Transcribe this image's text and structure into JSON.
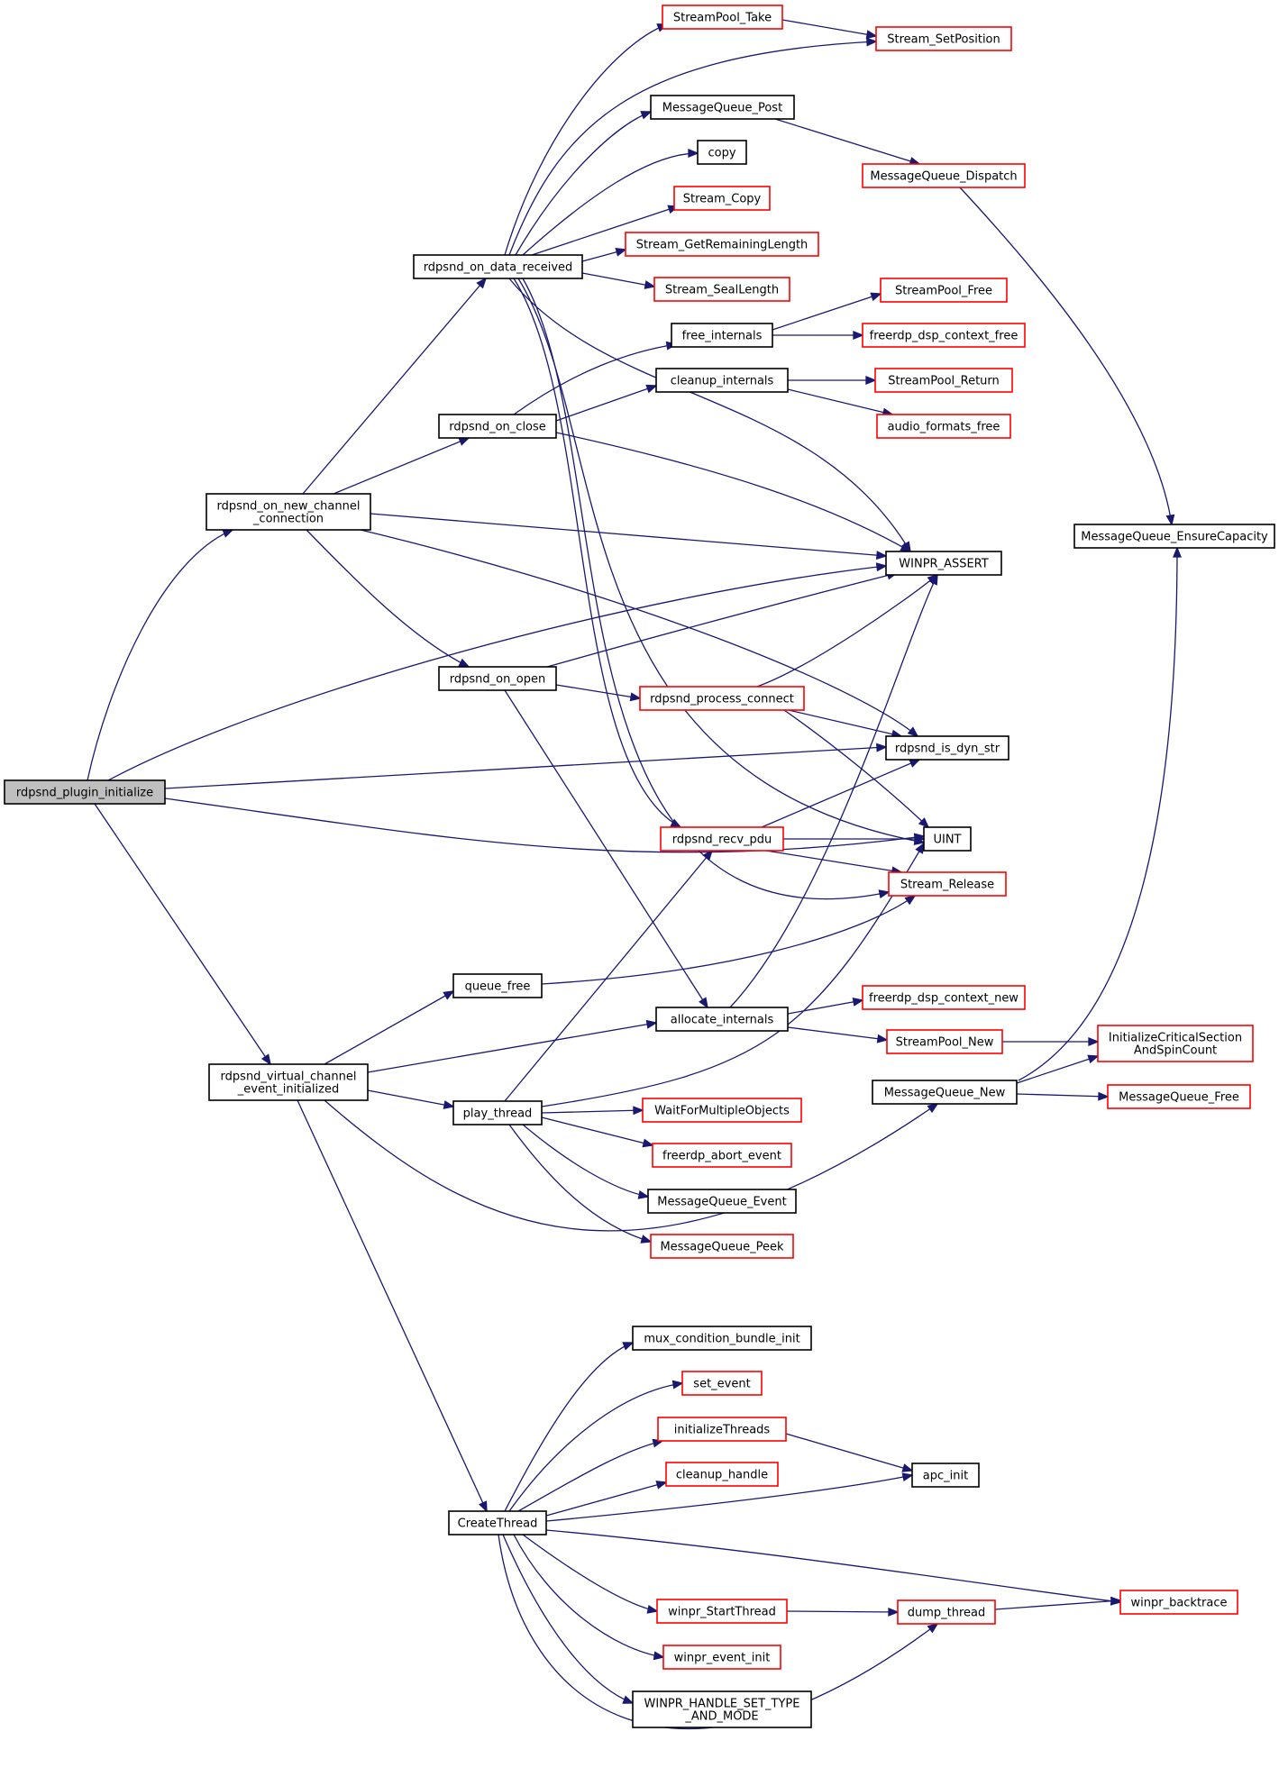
{
  "nodes": [
    {
      "id": "rdpsnd_plugin_initialize",
      "lines": [
        "rdpsnd_plugin_initialize"
      ],
      "style": "root"
    },
    {
      "id": "rdpsnd_on_new_channel_connection",
      "lines": [
        "rdpsnd_on_new_channel",
        "_connection"
      ],
      "style": "black"
    },
    {
      "id": "rdpsnd_virtual_channel_event_initialized",
      "lines": [
        "rdpsnd_virtual_channel",
        "_event_initialized"
      ],
      "style": "black"
    },
    {
      "id": "rdpsnd_on_data_received",
      "lines": [
        "rdpsnd_on_data_received"
      ],
      "style": "black"
    },
    {
      "id": "rdpsnd_on_close",
      "lines": [
        "rdpsnd_on_close"
      ],
      "style": "black"
    },
    {
      "id": "rdpsnd_on_open",
      "lines": [
        "rdpsnd_on_open"
      ],
      "style": "black"
    },
    {
      "id": "queue_free",
      "lines": [
        "queue_free"
      ],
      "style": "black"
    },
    {
      "id": "play_thread",
      "lines": [
        "play_thread"
      ],
      "style": "black"
    },
    {
      "id": "CreateThread",
      "lines": [
        "CreateThread"
      ],
      "style": "black"
    },
    {
      "id": "StreamPool_Take",
      "lines": [
        "StreamPool_Take"
      ],
      "style": "red"
    },
    {
      "id": "MessageQueue_Post",
      "lines": [
        "MessageQueue_Post"
      ],
      "style": "black"
    },
    {
      "id": "copy",
      "lines": [
        "copy"
      ],
      "style": "black"
    },
    {
      "id": "Stream_Copy",
      "lines": [
        "Stream_Copy"
      ],
      "style": "red"
    },
    {
      "id": "Stream_GetRemainingLength",
      "lines": [
        "Stream_GetRemainingLength"
      ],
      "style": "red"
    },
    {
      "id": "Stream_SealLength",
      "lines": [
        "Stream_SealLength"
      ],
      "style": "red"
    },
    {
      "id": "free_internals",
      "lines": [
        "free_internals"
      ],
      "style": "black"
    },
    {
      "id": "cleanup_internals",
      "lines": [
        "cleanup_internals"
      ],
      "style": "black"
    },
    {
      "id": "rdpsnd_process_connect",
      "lines": [
        "rdpsnd_process_connect"
      ],
      "style": "red"
    },
    {
      "id": "rdpsnd_recv_pdu",
      "lines": [
        "rdpsnd_recv_pdu"
      ],
      "style": "red"
    },
    {
      "id": "allocate_internals",
      "lines": [
        "allocate_internals"
      ],
      "style": "black"
    },
    {
      "id": "WaitForMultipleObjects",
      "lines": [
        "WaitForMultipleObjects"
      ],
      "style": "red"
    },
    {
      "id": "freerdp_abort_event",
      "lines": [
        "freerdp_abort_event"
      ],
      "style": "red"
    },
    {
      "id": "MessageQueue_Event",
      "lines": [
        "MessageQueue_Event"
      ],
      "style": "black"
    },
    {
      "id": "MessageQueue_Peek",
      "lines": [
        "MessageQueue_Peek"
      ],
      "style": "red"
    },
    {
      "id": "mux_condition_bundle_init",
      "lines": [
        "mux_condition_bundle_init"
      ],
      "style": "black"
    },
    {
      "id": "set_event",
      "lines": [
        "set_event"
      ],
      "style": "red"
    },
    {
      "id": "initializeThreads",
      "lines": [
        "initializeThreads"
      ],
      "style": "red"
    },
    {
      "id": "cleanup_handle",
      "lines": [
        "cleanup_handle"
      ],
      "style": "red"
    },
    {
      "id": "winpr_StartThread",
      "lines": [
        "winpr_StartThread"
      ],
      "style": "red"
    },
    {
      "id": "winpr_event_init",
      "lines": [
        "winpr_event_init"
      ],
      "style": "red"
    },
    {
      "id": "WINPR_HANDLE_SET_TYPE_AND_MODE",
      "lines": [
        "WINPR_HANDLE_SET_TYPE",
        "_AND_MODE"
      ],
      "style": "black"
    },
    {
      "id": "Stream_SetPosition",
      "lines": [
        "Stream_SetPosition"
      ],
      "style": "red"
    },
    {
      "id": "MessageQueue_Dispatch",
      "lines": [
        "MessageQueue_Dispatch"
      ],
      "style": "red"
    },
    {
      "id": "StreamPool_Free",
      "lines": [
        "StreamPool_Free"
      ],
      "style": "red"
    },
    {
      "id": "freerdp_dsp_context_free",
      "lines": [
        "freerdp_dsp_context_free"
      ],
      "style": "red"
    },
    {
      "id": "StreamPool_Return",
      "lines": [
        "StreamPool_Return"
      ],
      "style": "red"
    },
    {
      "id": "audio_formats_free",
      "lines": [
        "audio_formats_free"
      ],
      "style": "red"
    },
    {
      "id": "WINPR_ASSERT",
      "lines": [
        "WINPR_ASSERT"
      ],
      "style": "black"
    },
    {
      "id": "rdpsnd_is_dyn_str",
      "lines": [
        "rdpsnd_is_dyn_str"
      ],
      "style": "black"
    },
    {
      "id": "UINT",
      "lines": [
        "UINT"
      ],
      "style": "black"
    },
    {
      "id": "Stream_Release",
      "lines": [
        "Stream_Release"
      ],
      "style": "red"
    },
    {
      "id": "freerdp_dsp_context_new",
      "lines": [
        "freerdp_dsp_context_new"
      ],
      "style": "red"
    },
    {
      "id": "StreamPool_New",
      "lines": [
        "StreamPool_New"
      ],
      "style": "red"
    },
    {
      "id": "MessageQueue_New",
      "lines": [
        "MessageQueue_New"
      ],
      "style": "black"
    },
    {
      "id": "apc_init",
      "lines": [
        "apc_init"
      ],
      "style": "black"
    },
    {
      "id": "dump_thread",
      "lines": [
        "dump_thread"
      ],
      "style": "red"
    },
    {
      "id": "MessageQueue_EnsureCapacity",
      "lines": [
        "MessageQueue_EnsureCapacity"
      ],
      "style": "black"
    },
    {
      "id": "InitializeCriticalSectionAndSpinCount",
      "lines": [
        "InitializeCriticalSection",
        "AndSpinCount"
      ],
      "style": "red"
    },
    {
      "id": "MessageQueue_Free",
      "lines": [
        "MessageQueue_Free"
      ],
      "style": "red"
    },
    {
      "id": "winpr_backtrace",
      "lines": [
        "winpr_backtrace"
      ],
      "style": "red"
    }
  ],
  "edges": [
    [
      "rdpsnd_plugin_initialize",
      "rdpsnd_on_new_channel_connection"
    ],
    [
      "rdpsnd_plugin_initialize",
      "WINPR_ASSERT"
    ],
    [
      "rdpsnd_plugin_initialize",
      "rdpsnd_is_dyn_str"
    ],
    [
      "rdpsnd_plugin_initialize",
      "UINT"
    ],
    [
      "rdpsnd_plugin_initialize",
      "rdpsnd_virtual_channel_event_initialized"
    ],
    [
      "rdpsnd_on_new_channel_connection",
      "rdpsnd_on_data_received"
    ],
    [
      "rdpsnd_on_new_channel_connection",
      "rdpsnd_on_close"
    ],
    [
      "rdpsnd_on_new_channel_connection",
      "WINPR_ASSERT"
    ],
    [
      "rdpsnd_on_new_channel_connection",
      "rdpsnd_on_open"
    ],
    [
      "rdpsnd_on_new_channel_connection",
      "rdpsnd_is_dyn_str"
    ],
    [
      "rdpsnd_on_data_received",
      "StreamPool_Take"
    ],
    [
      "rdpsnd_on_data_received",
      "Stream_SetPosition"
    ],
    [
      "rdpsnd_on_data_received",
      "MessageQueue_Post"
    ],
    [
      "rdpsnd_on_data_received",
      "copy"
    ],
    [
      "rdpsnd_on_data_received",
      "Stream_Copy"
    ],
    [
      "rdpsnd_on_data_received",
      "Stream_GetRemainingLength"
    ],
    [
      "rdpsnd_on_data_received",
      "Stream_SealLength"
    ],
    [
      "rdpsnd_on_data_received",
      "WINPR_ASSERT"
    ],
    [
      "rdpsnd_on_data_received",
      "rdpsnd_recv_pdu"
    ],
    [
      "rdpsnd_on_data_received",
      "UINT"
    ],
    [
      "rdpsnd_on_data_received",
      "Stream_Release"
    ],
    [
      "StreamPool_Take",
      "Stream_SetPosition"
    ],
    [
      "MessageQueue_Post",
      "MessageQueue_Dispatch"
    ],
    [
      "MessageQueue_Dispatch",
      "MessageQueue_EnsureCapacity"
    ],
    [
      "rdpsnd_on_close",
      "free_internals"
    ],
    [
      "rdpsnd_on_close",
      "cleanup_internals"
    ],
    [
      "rdpsnd_on_close",
      "WINPR_ASSERT"
    ],
    [
      "free_internals",
      "StreamPool_Free"
    ],
    [
      "free_internals",
      "freerdp_dsp_context_free"
    ],
    [
      "cleanup_internals",
      "StreamPool_Return"
    ],
    [
      "cleanup_internals",
      "audio_formats_free"
    ],
    [
      "rdpsnd_on_open",
      "WINPR_ASSERT"
    ],
    [
      "rdpsnd_on_open",
      "rdpsnd_process_connect"
    ],
    [
      "rdpsnd_on_open",
      "allocate_internals"
    ],
    [
      "rdpsnd_process_connect",
      "WINPR_ASSERT"
    ],
    [
      "rdpsnd_process_connect",
      "rdpsnd_is_dyn_str"
    ],
    [
      "rdpsnd_process_connect",
      "UINT"
    ],
    [
      "rdpsnd_recv_pdu",
      "rdpsnd_is_dyn_str"
    ],
    [
      "rdpsnd_recv_pdu",
      "UINT"
    ],
    [
      "rdpsnd_recv_pdu",
      "Stream_Release"
    ],
    [
      "rdpsnd_virtual_channel_event_initialized",
      "queue_free"
    ],
    [
      "rdpsnd_virtual_channel_event_initialized",
      "allocate_internals"
    ],
    [
      "rdpsnd_virtual_channel_event_initialized",
      "play_thread"
    ],
    [
      "rdpsnd_virtual_channel_event_initialized",
      "MessageQueue_New"
    ],
    [
      "rdpsnd_virtual_channel_event_initialized",
      "CreateThread"
    ],
    [
      "queue_free",
      "Stream_Release"
    ],
    [
      "allocate_internals",
      "WINPR_ASSERT"
    ],
    [
      "allocate_internals",
      "freerdp_dsp_context_new"
    ],
    [
      "allocate_internals",
      "StreamPool_New"
    ],
    [
      "StreamPool_New",
      "InitializeCriticalSectionAndSpinCount"
    ],
    [
      "MessageQueue_New",
      "MessageQueue_EnsureCapacity"
    ],
    [
      "MessageQueue_New",
      "InitializeCriticalSectionAndSpinCount"
    ],
    [
      "MessageQueue_New",
      "MessageQueue_Free"
    ],
    [
      "play_thread",
      "rdpsnd_recv_pdu"
    ],
    [
      "play_thread",
      "UINT"
    ],
    [
      "play_thread",
      "WaitForMultipleObjects"
    ],
    [
      "play_thread",
      "freerdp_abort_event"
    ],
    [
      "play_thread",
      "MessageQueue_Event"
    ],
    [
      "play_thread",
      "MessageQueue_Peek"
    ],
    [
      "CreateThread",
      "mux_condition_bundle_init"
    ],
    [
      "CreateThread",
      "set_event"
    ],
    [
      "CreateThread",
      "initializeThreads"
    ],
    [
      "CreateThread",
      "cleanup_handle"
    ],
    [
      "CreateThread",
      "apc_init"
    ],
    [
      "CreateThread",
      "winpr_backtrace"
    ],
    [
      "CreateThread",
      "winpr_StartThread"
    ],
    [
      "CreateThread",
      "winpr_event_init"
    ],
    [
      "CreateThread",
      "WINPR_HANDLE_SET_TYPE_AND_MODE"
    ],
    [
      "CreateThread",
      "dump_thread"
    ],
    [
      "initializeThreads",
      "apc_init"
    ],
    [
      "winpr_StartThread",
      "dump_thread"
    ],
    [
      "dump_thread",
      "winpr_backtrace"
    ]
  ]
}
